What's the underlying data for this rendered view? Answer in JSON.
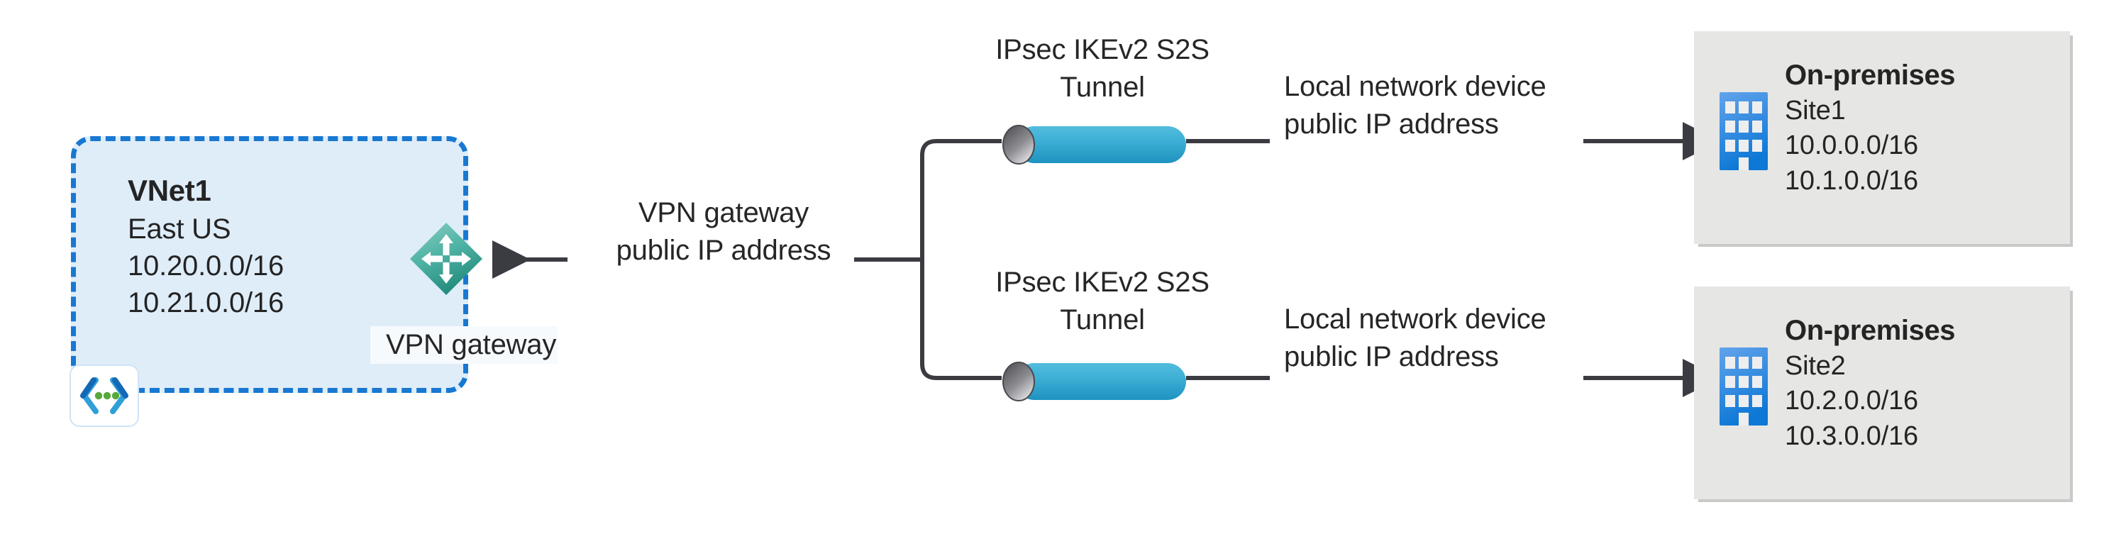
{
  "diagram": {
    "title": "Azure VPN Gateway site-to-site multi-site connection diagram",
    "colors": {
      "vnet_fill": "#dfedf9",
      "vnet_border": "#1878d2",
      "gateway_teal": "#4fb3a5",
      "tunnel_cyan": "#34a8d0",
      "onprem_fill": "#e6e6e4",
      "building_blue": "#1e88e5",
      "line_dark": "#3b3b42",
      "text_dark": "#242424"
    }
  },
  "vnet": {
    "name": "VNet1",
    "region": "East US",
    "address_space": [
      "10.20.0.0/16",
      "10.21.0.0/16"
    ],
    "icon": "virtual-network-icon"
  },
  "gateway": {
    "icon": "vpn-gateway-diamond-icon",
    "inline_label": "VPN gateway",
    "public_ip_label": "VPN gateway\npublic IP address"
  },
  "tunnels": [
    {
      "id": "tunnel-1",
      "label": "IPsec IKEv2 S2S\nTunnel",
      "device_label": "Local network device\npublic IP address"
    },
    {
      "id": "tunnel-2",
      "label": "IPsec IKEv2 S2S\nTunnel",
      "device_label": "Local network device\npublic IP address"
    }
  ],
  "on_premises": [
    {
      "title": "On-premises",
      "site": "Site1",
      "address_space": [
        "10.0.0.0/16",
        "10.1.0.0/16"
      ],
      "icon": "building-icon"
    },
    {
      "title": "On-premises",
      "site": "Site2",
      "address_space": [
        "10.2.0.0/16",
        "10.3.0.0/16"
      ],
      "icon": "building-icon"
    }
  ]
}
